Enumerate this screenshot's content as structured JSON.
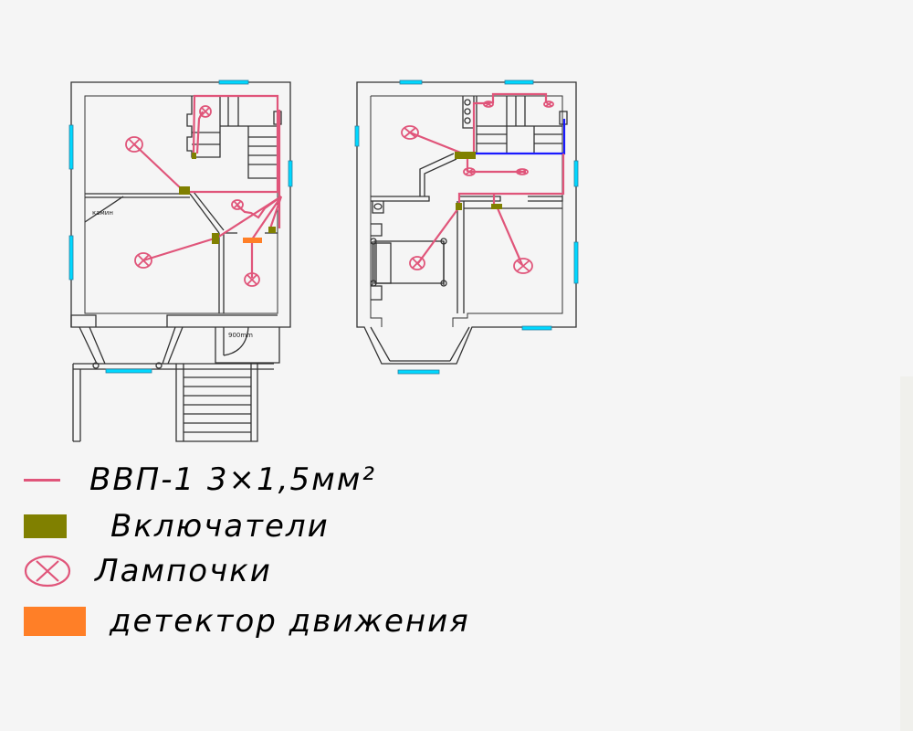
{
  "colors": {
    "background": "#f5f5f5",
    "walls": "#333333",
    "window": "#00d8ff",
    "cable": "#e0557a",
    "switch": "#808000",
    "motion_detector": "#ff7f27",
    "blue_cable": "#1a1aff"
  },
  "plans": {
    "ground_floor": {
      "labels": {
        "fireplace": "камин",
        "door_width": "900mm"
      }
    },
    "upper_floor": {}
  },
  "legend": {
    "items": [
      {
        "symbol": "pink-line",
        "label": "ВВП-1  3×1,5мм²"
      },
      {
        "symbol": "olive-rectangle",
        "label": "Включатели"
      },
      {
        "symbol": "lamp-circle-x",
        "label": "Лампочки"
      },
      {
        "symbol": "orange-rectangle",
        "label": "детектор движения"
      }
    ]
  }
}
